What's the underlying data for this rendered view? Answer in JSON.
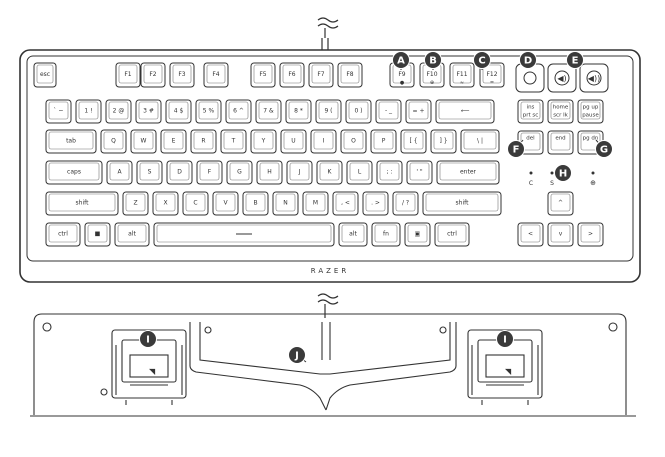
{
  "keyboard": {
    "brand": "RAZER",
    "rows": [
      [
        "esc",
        "F1",
        "F2",
        "F3",
        "F4",
        "F5",
        "F6",
        "F7",
        "F8",
        "F9",
        "F10",
        "F11",
        "F12"
      ],
      [
        "` ~",
        "1 !",
        "2 @",
        "3 #",
        "4 $",
        "5 %",
        "6 ^",
        "7 &",
        "8 *",
        "9 (",
        "0 )",
        "- _",
        "= +",
        "⟵"
      ],
      [
        "tab",
        "Q",
        "W",
        "E",
        "R",
        "T",
        "Y",
        "U",
        "I",
        "O",
        "P",
        "[ {",
        "] }",
        "\\ |"
      ],
      [
        "caps",
        "A",
        "S",
        "D",
        "F",
        "G",
        "H",
        "J",
        "K",
        "L",
        "; :",
        "' \"",
        "enter"
      ],
      [
        "shift",
        "Z",
        "X",
        "C",
        "V",
        "B",
        "N",
        "M",
        ", <",
        ". >",
        "/ ?",
        "shift"
      ],
      [
        "ctrl",
        "■",
        "alt",
        "",
        "alt",
        "fn",
        "▣",
        "ctrl"
      ]
    ],
    "nav_keys": [
      [
        "ins",
        "prt sc"
      ],
      [
        "home",
        "scr lk"
      ],
      [
        "pg up",
        "pause"
      ],
      [
        "del"
      ],
      [
        "end"
      ],
      [
        "pg dn"
      ]
    ],
    "arrow_keys": [
      "^",
      "<",
      "v",
      ">"
    ],
    "indicator_labels": [
      "C",
      "S",
      "⊕"
    ]
  },
  "callouts": [
    "A",
    "B",
    "C",
    "D",
    "E",
    "F",
    "G",
    "H",
    "I",
    "I",
    "J"
  ]
}
